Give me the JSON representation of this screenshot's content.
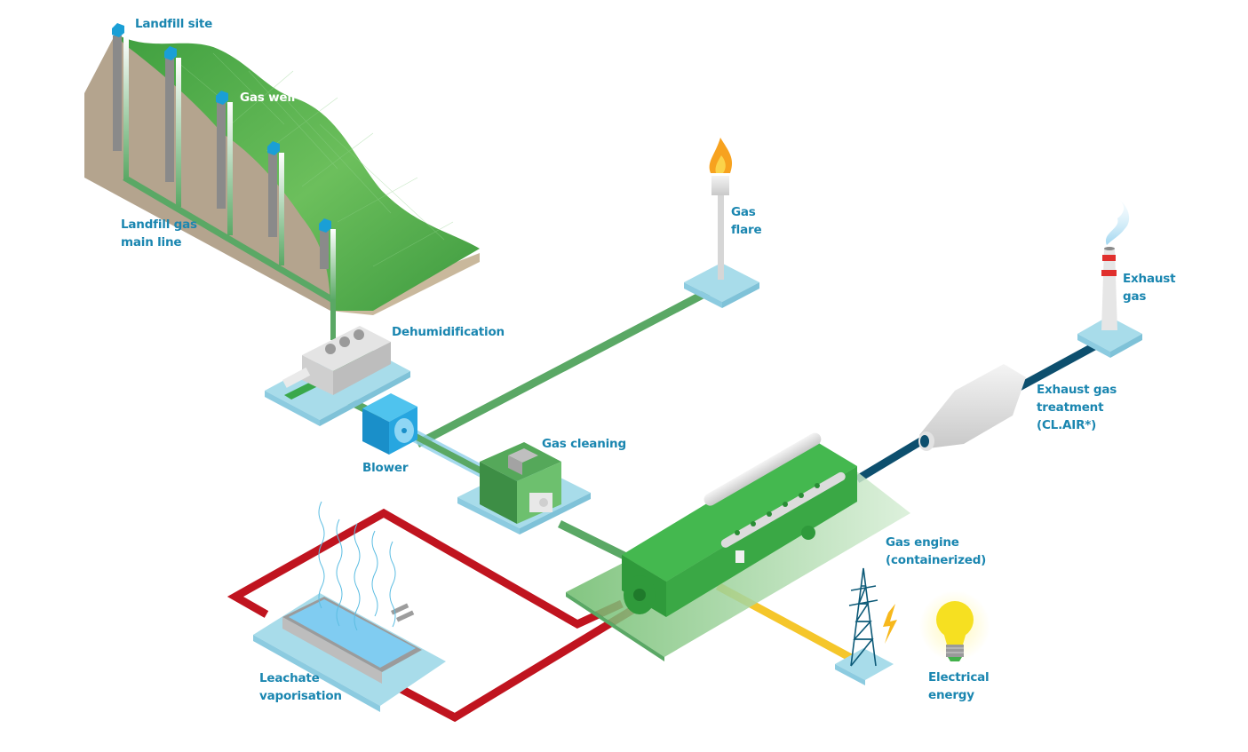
{
  "title": "Landfill gas utilisation with gas engine",
  "colors": {
    "label_text": "#1a86b0",
    "gas_pipe": "#5aa865",
    "heat_pipe": "#c0141f",
    "exhaust_pipe": "#0d4f6e",
    "power_line": "#f5c62a",
    "platform": "#a8dcea",
    "landfill_green": "#4fae4a",
    "landfill_soil": "#b4a48e",
    "engine_green": "#3dbb4a"
  },
  "labels": {
    "landfill_site": "Landfill site",
    "gas_well": "Gas well",
    "main_line": [
      "Landfill gas",
      "main line"
    ],
    "dehumidification": "Dehumidification",
    "blower": "Blower",
    "gas_cleaning": "Gas cleaning",
    "gas_flare": [
      "Gas",
      "flare"
    ],
    "exhaust_gas": [
      "Exhaust",
      "gas"
    ],
    "exhaust_treatment": [
      "Exhaust gas",
      "treatment",
      "(CL.AIR*)"
    ],
    "gas_engine": [
      "Gas engine",
      "(containerized)"
    ],
    "electrical_energy": [
      "Electrical",
      "energy"
    ],
    "leachate": [
      "Leachate",
      "vaporisation"
    ]
  },
  "components": [
    {
      "id": "landfill-site",
      "icon": "landfill-hill-icon"
    },
    {
      "id": "gas-wells",
      "count": 5,
      "icon": "gas-well-icon"
    },
    {
      "id": "dehumidification",
      "icon": "dehumidifier-unit-icon"
    },
    {
      "id": "blower",
      "icon": "blower-fan-icon"
    },
    {
      "id": "gas-cleaning",
      "icon": "gas-cleaning-container-icon"
    },
    {
      "id": "gas-flare",
      "icon": "flare-stack-icon"
    },
    {
      "id": "gas-engine",
      "icon": "gas-engine-icon"
    },
    {
      "id": "exhaust-treatment",
      "icon": "catalytic-converter-icon"
    },
    {
      "id": "exhaust-stack",
      "icon": "chimney-icon"
    },
    {
      "id": "power-pylon",
      "icon": "transmission-tower-icon"
    },
    {
      "id": "light-bulb",
      "icon": "light-bulb-icon"
    },
    {
      "id": "leachate-pool",
      "icon": "leachate-basin-icon"
    }
  ]
}
